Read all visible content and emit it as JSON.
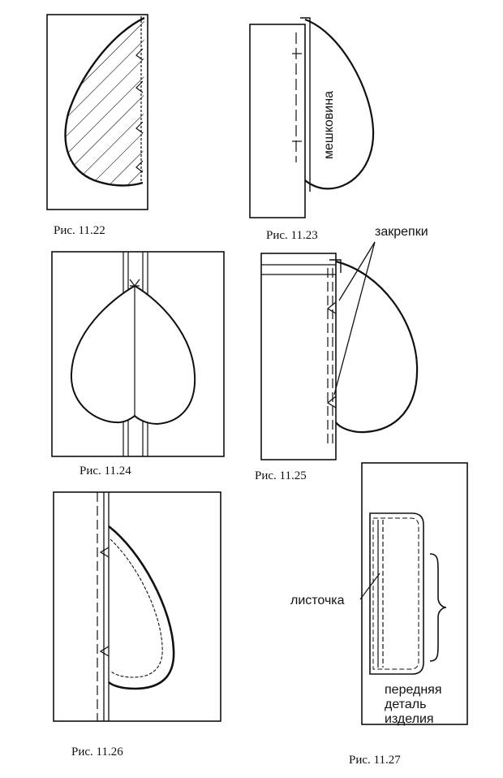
{
  "figures": [
    {
      "id": "fig-11-22",
      "caption": "Рис. 11.22"
    },
    {
      "id": "fig-11-23",
      "caption": "Рис. 11.23",
      "labels": [
        "мешковина"
      ]
    },
    {
      "id": "fig-11-24",
      "caption": "Рис. 11.24"
    },
    {
      "id": "fig-11-25",
      "caption": "Рис. 11.25",
      "labels": [
        "закрепки"
      ]
    },
    {
      "id": "fig-11-26",
      "caption": "Рис. 11.26"
    },
    {
      "id": "fig-11-27",
      "caption": "Рис. 11.27",
      "labels": [
        "листочка",
        "передняя",
        "деталь",
        "изделия"
      ]
    }
  ],
  "colors": {
    "ink": "#111111",
    "paper": "#ffffff"
  }
}
